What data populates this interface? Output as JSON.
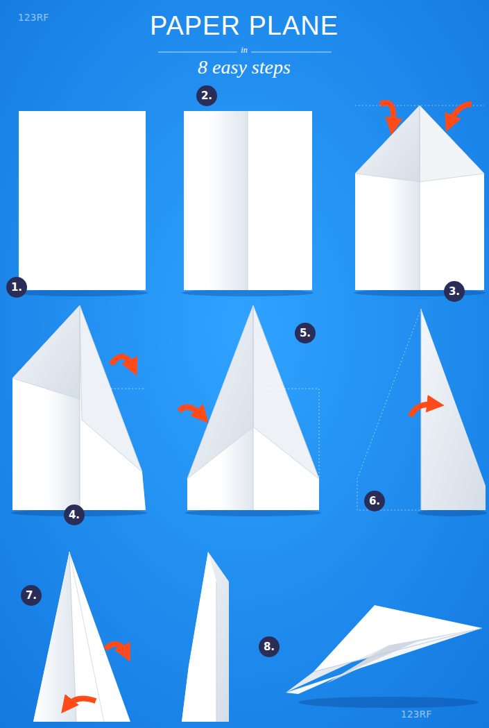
{
  "diagram": {
    "title": "PAPER PLANE",
    "nodes": [
      {
        "text": [
          "1."
        ]
      },
      {
        "text": [
          "2."
        ]
      },
      {
        "text": [
          "3."
        ]
      },
      {
        "text": [
          "4."
        ]
      },
      {
        "text": [
          "5."
        ]
      },
      {
        "text": [
          "6."
        ]
      },
      {
        "text": [
          "7."
        ]
      },
      {
        "text": [
          "8."
        ]
      }
    ],
    "labels": [
      "in",
      "8 easy steps",
      "123RF",
      "123RF"
    ]
  }
}
